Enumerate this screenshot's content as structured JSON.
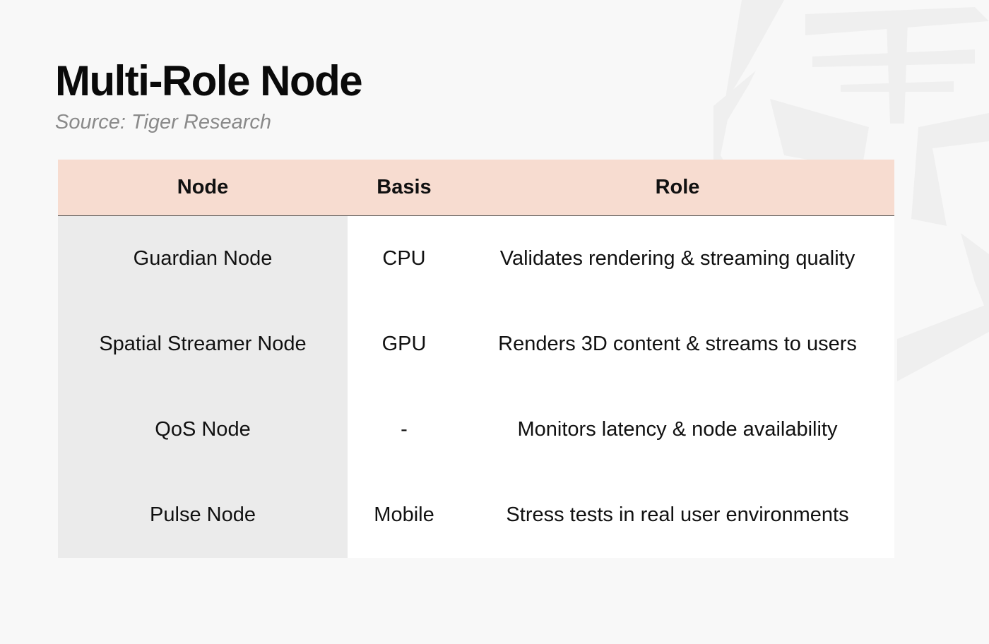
{
  "title": "Multi-Role Node",
  "source": "Source: Tiger Research",
  "table": {
    "headers": [
      "Node",
      "Basis",
      "Role"
    ],
    "rows": [
      [
        "Guardian Node",
        "CPU",
        "Validates rendering & streaming quality"
      ],
      [
        "Spatial Streamer Node",
        "GPU",
        "Renders 3D content & streams to users"
      ],
      [
        "QoS Node",
        "-",
        "Monitors latency & node availability"
      ],
      [
        "Pulse Node",
        "Mobile",
        "Stress tests in real user environments"
      ]
    ]
  },
  "colors": {
    "header_bg": "#f7dcd0",
    "first_col_bg": "#ebebeb",
    "background": "#f8f8f8"
  }
}
